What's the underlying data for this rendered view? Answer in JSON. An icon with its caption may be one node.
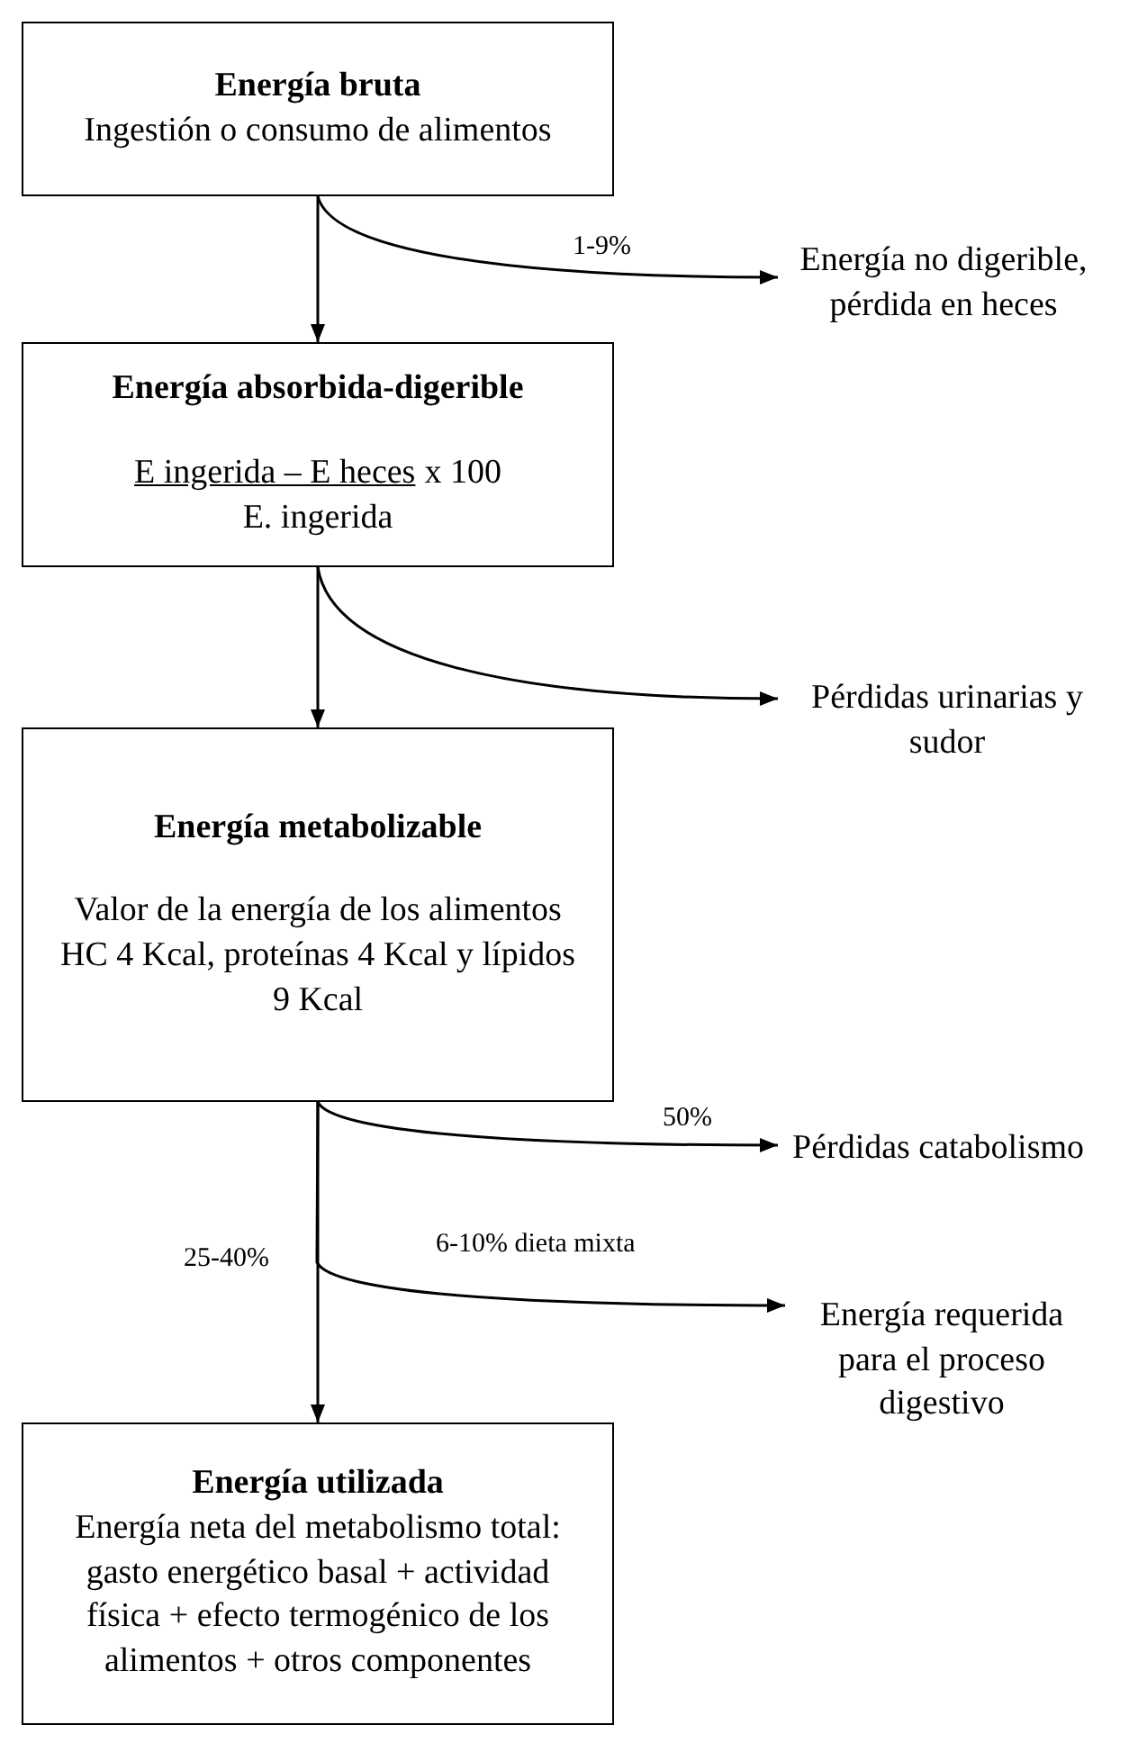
{
  "diagram": {
    "nodes": [
      {
        "text": [
          "Energía bruta",
          "Ingestión o consumo de alimentos"
        ]
      },
      {
        "text": [
          "Energía no digerible, pérdida en heces"
        ]
      },
      {
        "text": [
          "Energía absorbida-digerible",
          "E ingerida – E heces",
          "x 100",
          "E. ingerida"
        ]
      },
      {
        "text": [
          "Pérdidas urinarias y sudor"
        ]
      },
      {
        "text": [
          "Energía metabolizable",
          "Valor de la energía de los alimentos",
          "HC 4 Kcal, proteínas 4 Kcal y lípidos 9 Kcal"
        ]
      },
      {
        "text": [
          "Pérdidas catabolismo"
        ]
      },
      {
        "text": [
          "Energía requerida para el proceso digestivo"
        ]
      },
      {
        "text": [
          "Energía utilizada",
          "Energía neta del metabolismo total: gasto energético basal + actividad física + efecto termogénico de los alimentos + otros componentes"
        ]
      }
    ],
    "edges": [
      {
        "from": 0,
        "to": 2,
        "arrow": "to"
      },
      {
        "from": 0,
        "to": 1,
        "arrow": "to",
        "label": "1-9%"
      },
      {
        "from": 2,
        "to": 4,
        "arrow": "to"
      },
      {
        "from": 2,
        "to": 3,
        "arrow": "to"
      },
      {
        "from": 4,
        "to": 7,
        "arrow": "to",
        "label": "25-40%"
      },
      {
        "from": 4,
        "to": 5,
        "arrow": "to",
        "label": "50%"
      },
      {
        "from": 4,
        "to": 6,
        "arrow": "to",
        "label": "6-10% dieta mixta"
      }
    ]
  }
}
